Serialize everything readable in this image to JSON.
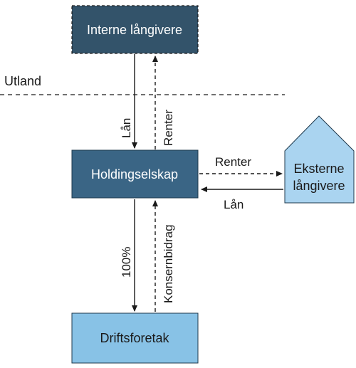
{
  "region": {
    "label": "Utland"
  },
  "boxes": {
    "internal_lenders": {
      "label": "Interne långivere",
      "fill": "#33536a",
      "text_color": "#ffffff"
    },
    "holding": {
      "label": "Holdingselskap",
      "fill": "#3a6585",
      "text_color": "#ffffff"
    },
    "external_lenders": {
      "label_line1": "Eksterne",
      "label_line2": "långivere",
      "fill": "#aad4f0",
      "text_color": "#1a1a1a"
    },
    "operating": {
      "label": "Driftsforetak",
      "fill": "#88c2e6",
      "text_color": "#1a1a1a"
    }
  },
  "edges": {
    "loan_internal": "Lån",
    "interest_internal": "Renter",
    "interest_external": "Renter",
    "loan_external": "Lån",
    "ownership": "100%",
    "group_contribution": "Konsernbidrag"
  },
  "colors": {
    "arrow": "#1a1a1a",
    "border": "#1f3a4d",
    "external_house_roof": "#aad4f0"
  }
}
